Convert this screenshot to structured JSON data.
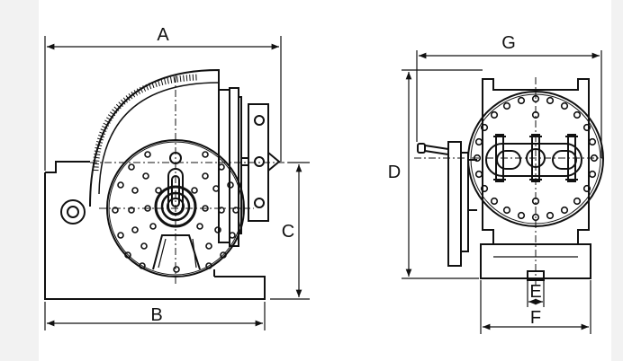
{
  "labels": {
    "a": "A",
    "b": "B",
    "c": "C",
    "d": "D",
    "e": "E",
    "f": "F",
    "g": "G"
  },
  "colors": {
    "ink": "#111111",
    "paper": "#ffffff",
    "margin": "#f2f2f2"
  }
}
